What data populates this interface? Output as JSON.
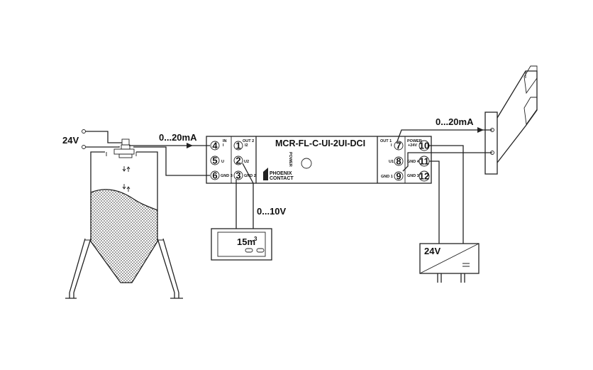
{
  "supply_left": "24V",
  "signal_in": "0...20mA",
  "signal_out": "0...20mA",
  "voltage_out": "0...10V",
  "display_value": "15m",
  "display_exp": "3",
  "power_supply": "24V",
  "module": {
    "title": "MCR-FL-C-UI-2UI-DCI",
    "power_label": "POWER",
    "brand_line1": "PHOENIX",
    "brand_line2": "CONTACT",
    "terminals": {
      "t1": "1",
      "t2": "2",
      "t3": "3",
      "t4": "4",
      "t5": "5",
      "t6": "6",
      "t7": "7",
      "t8": "8",
      "t9": "9",
      "t10": "10",
      "t11": "11",
      "t12": "12"
    },
    "labels": {
      "in": "IN",
      "in_i": "I",
      "u": "U",
      "gnd3a": "GND 3",
      "out2": "OUT 2",
      "i2": "I2",
      "u2": "U2",
      "gnd2": "GND 2",
      "out1": "OUT 1",
      "i1": "I",
      "u1": "U1",
      "gnd1": "GND 1",
      "power": "POWER",
      "plus24": "+24V",
      "gnd4": "GND 4",
      "gnd3b": "GND 3"
    }
  }
}
